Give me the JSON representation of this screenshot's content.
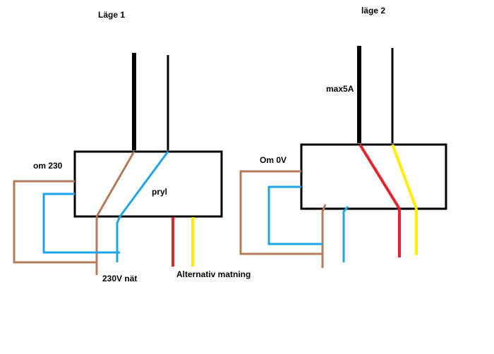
{
  "colors": {
    "black": "#000000",
    "brown": "#b07c5a",
    "blue": "#1ea5e8",
    "red": "#e3242b",
    "yellow": "#ffee00"
  },
  "left": {
    "title": "Läge 1",
    "om_label": "om 230",
    "box_label": "pryl",
    "net_label": "230V nät",
    "alt_label": "Alternativ matning"
  },
  "right": {
    "title": "läge 2",
    "max_label": "max5A",
    "om_label": "Om 0V"
  }
}
